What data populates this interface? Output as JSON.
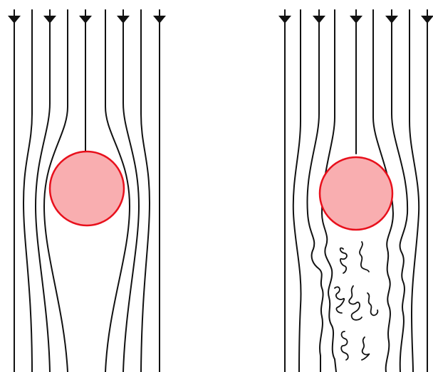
{
  "diagram": {
    "panels": [
      {
        "id": "laminar-flow",
        "flow": "laminar",
        "streamlines": 8,
        "arrows": 5
      },
      {
        "id": "turbulent-flow",
        "flow": "turbulent",
        "streamlines": 8,
        "arrows": 5
      }
    ],
    "colors": {
      "streamline": "#111111",
      "sphere_fill": "#f9aeb0",
      "sphere_stroke": "#e8101c",
      "background": "#ffffff"
    }
  }
}
